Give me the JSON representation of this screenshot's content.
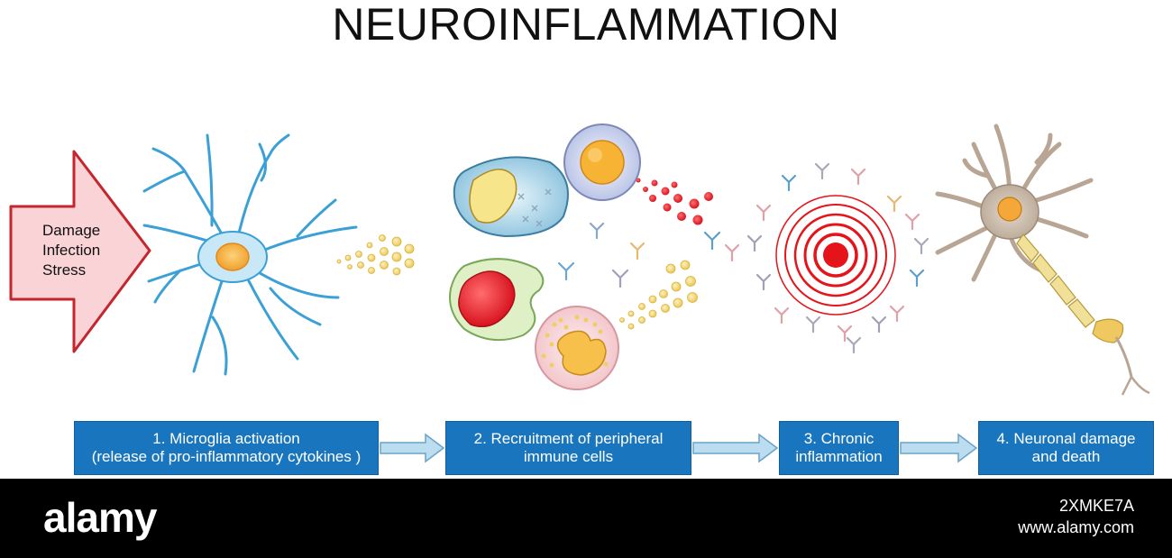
{
  "title": "NEUROINFLAMMATION",
  "trigger": {
    "lines": [
      "Damage",
      "Infection",
      "Stress"
    ]
  },
  "steps": [
    {
      "line1": "1. Microglia activation",
      "line2": "(release of pro-inflammatory cytokines )"
    },
    {
      "line1": "2. Recruitment of peripheral",
      "line2": "immune cells"
    },
    {
      "line1": "3. Chronic",
      "line2": "inflammation"
    },
    {
      "line1": "4. Neuronal damage",
      "line2": "and death"
    }
  ],
  "watermark": {
    "logo": "alamy",
    "image_id": "2XMKE7A",
    "url": "www.alamy.com"
  },
  "colors": {
    "step_box": "#1976be",
    "flow_arrow": "#bcdcf0",
    "trigger_arrow_fill": "#f9d3d6",
    "trigger_arrow_stroke": "#c4262e",
    "microglia": "#3aa0d6",
    "target_ring": "#e5141b",
    "cytokine": "#f1d36a"
  }
}
